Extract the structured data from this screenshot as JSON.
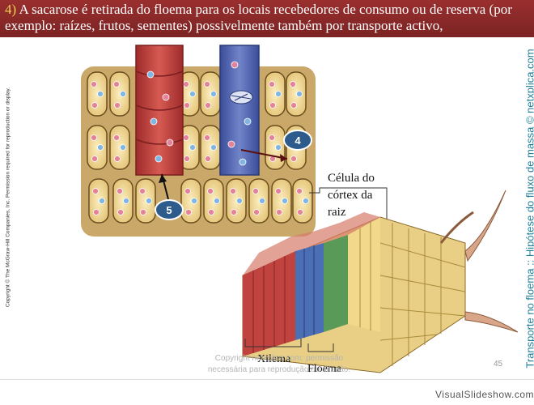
{
  "slide": {
    "number_prefix": "4)",
    "text": " A sacarose é retirada do floema para os locais recebedores de consumo ou de reserva (por exemplo: raízes, frutos, sementes) possivelmente também por transporte activo,",
    "side_title": "Transporte no floema :: Hipótese do fluxo de massa © netxplica.com",
    "copyright_vertical": "Copyright © The McGraw-Hill Companies, Inc. Permission required for reproduction or display.",
    "page_number": "45"
  },
  "diagram": {
    "marker_4": "4",
    "marker_5": "5",
    "label_celula": "Célula do córtex da raiz",
    "label_xilema": "Xilema",
    "label_floema": "Floema"
  },
  "watermark": {
    "line1": "Copyright netxplica.com: permissão",
    "line2": "necessária para reprodução ou difusão."
  },
  "footer": {
    "brand": "VisualSlideshow.com"
  },
  "colors": {
    "banner": "#8b2a2a",
    "accent_number": "#f0d050",
    "side_title": "#1f7f96",
    "xylem": "#c0433f",
    "phloem": "#4a5fb0",
    "cell": "#f2d88a",
    "marker": "#2d5b8c"
  }
}
